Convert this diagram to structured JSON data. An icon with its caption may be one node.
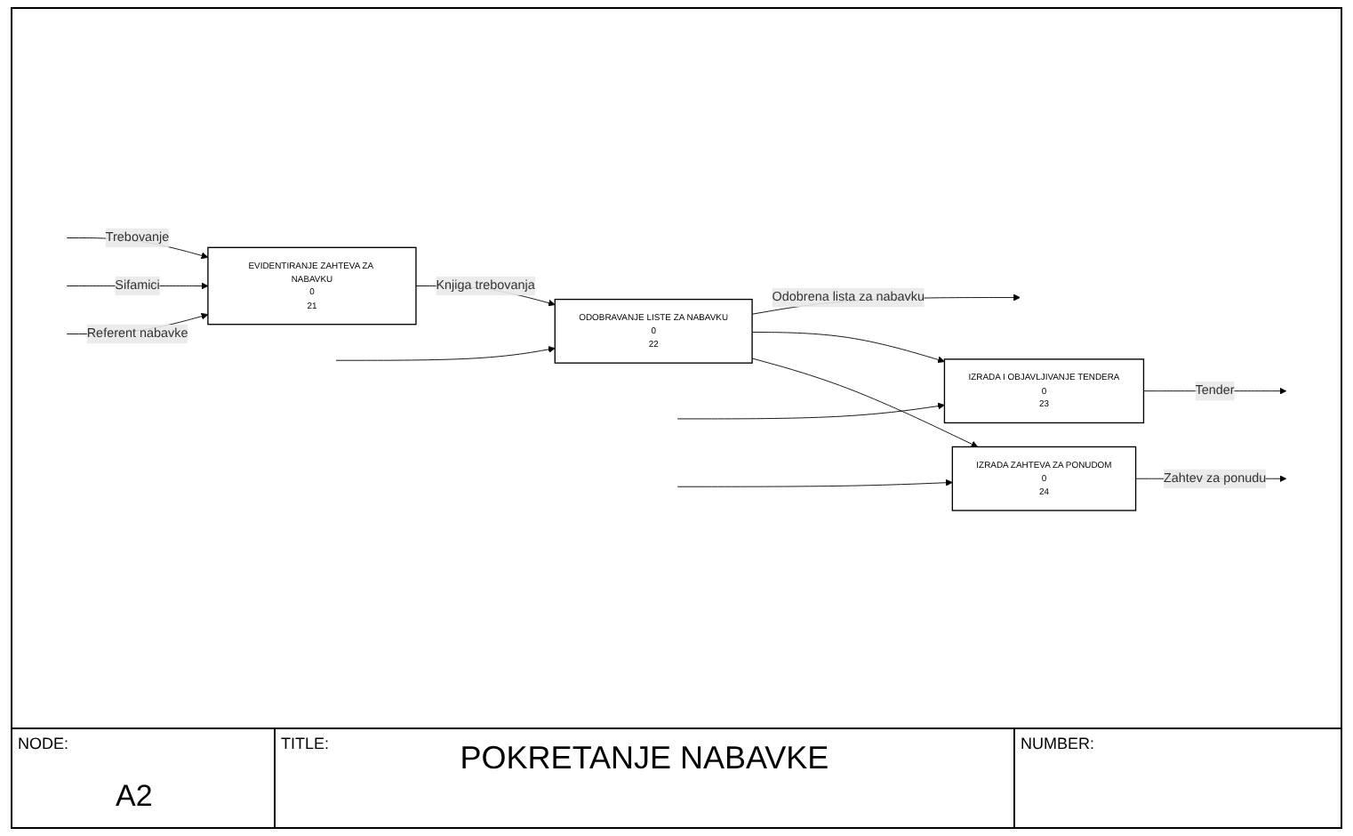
{
  "diagram": {
    "title": "POKRETANJE NABAVKE",
    "nodes": [
      {
        "text": [
          "EVIDENTIRANJE ZAHTEVA ZA NABAVKU",
          "0",
          "21"
        ]
      },
      {
        "text": [
          "ODOBRAVANJE LISTE ZA NABAVKU",
          "0",
          "22"
        ]
      },
      {
        "text": [
          "IZRADA I OBJAVLJIVANJE TENDERA",
          "0",
          "23"
        ]
      },
      {
        "text": [
          "IZRADA ZAHTEVA ZA PONUDOM",
          "0",
          "24"
        ]
      }
    ],
    "edges": [
      {
        "from": null,
        "to": 0,
        "arrow": "to",
        "label": "Trebovanje"
      },
      {
        "from": null,
        "to": 0,
        "arrow": "to",
        "label": "Sifamici"
      },
      {
        "from": 0,
        "to": 1,
        "arrow": "to",
        "label": "Knjiga trebovanja"
      },
      {
        "from": 1,
        "to": null,
        "arrow": "to",
        "label": "Odobrena lista za nabavku"
      },
      {
        "from": 1,
        "to": 2,
        "arrow": "to"
      },
      {
        "from": 1,
        "to": 3,
        "arrow": "to"
      },
      {
        "from": 2,
        "to": null,
        "arrow": "to",
        "label": "Tender"
      },
      {
        "from": 3,
        "to": null,
        "arrow": "to",
        "label": "Zahtev za ponudu"
      },
      {
        "from": null,
        "to": 0,
        "arrow": "to",
        "label": "Referent nabavke"
      },
      {
        "from": null,
        "to": 1,
        "arrow": "to"
      },
      {
        "from": null,
        "to": 2,
        "arrow": "to"
      },
      {
        "from": null,
        "to": 3,
        "arrow": "to"
      }
    ],
    "labels": [
      "NODE:",
      "A2",
      "TITLE:",
      "NUMBER:"
    ]
  }
}
